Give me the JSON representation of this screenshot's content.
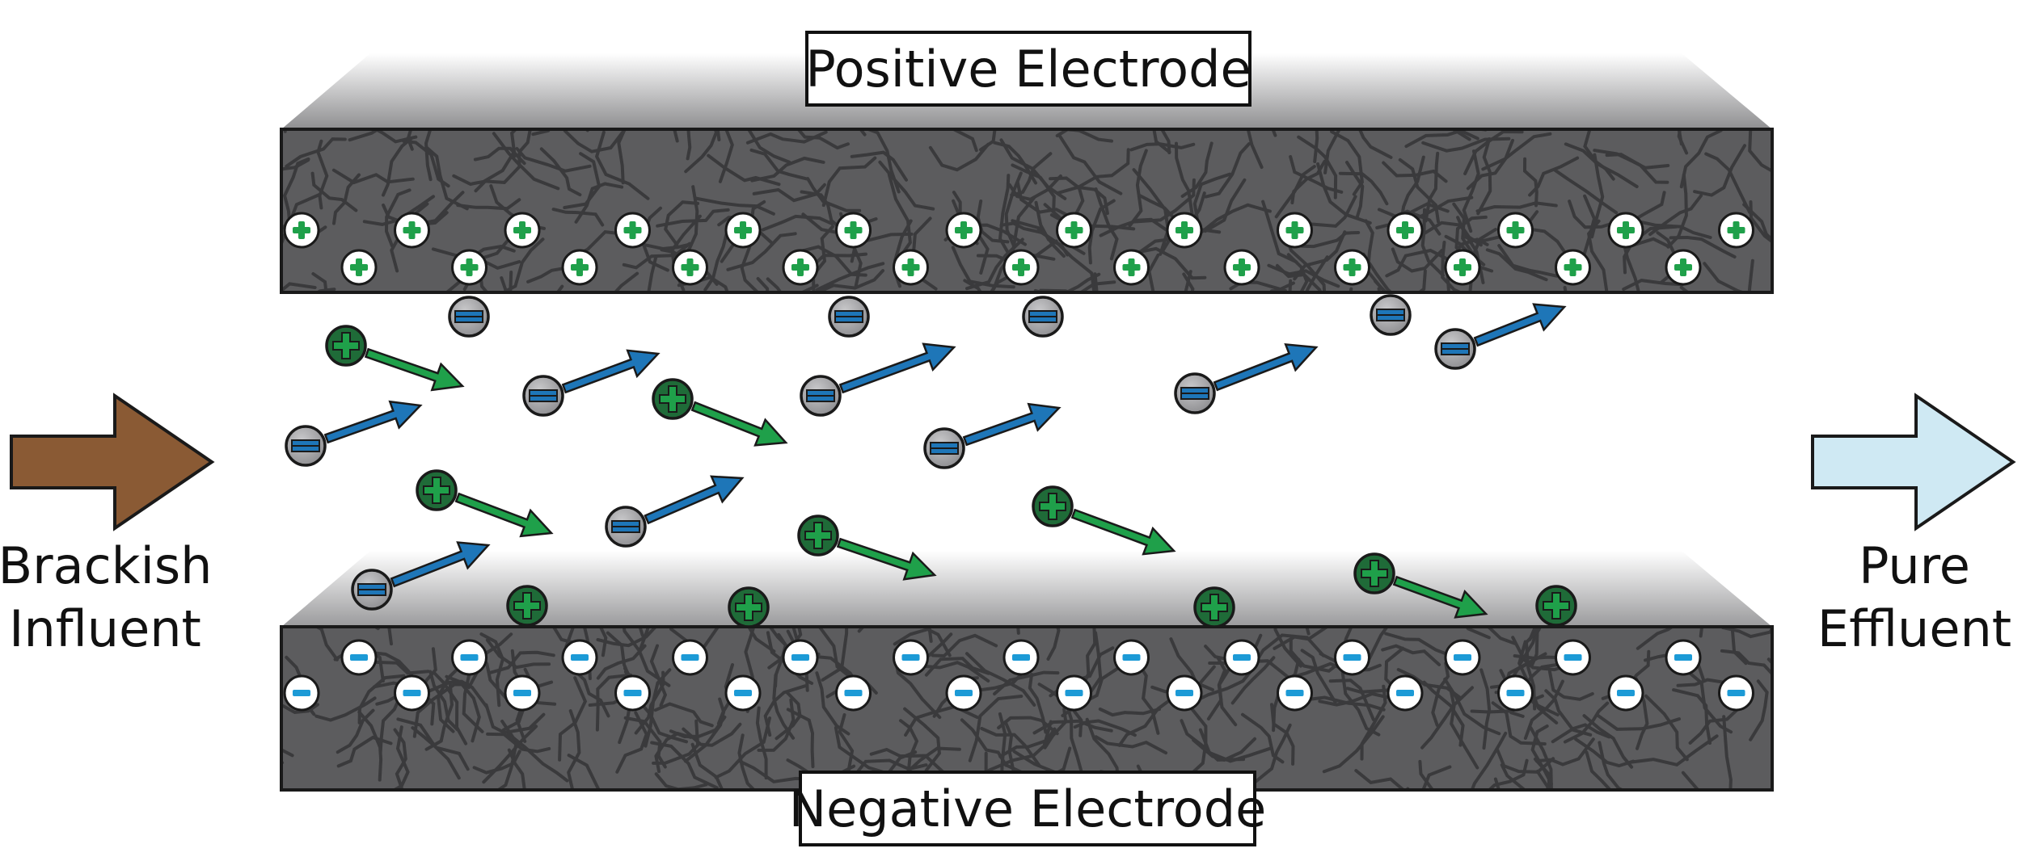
{
  "labels": {
    "positive_electrode": "Positive Electrode",
    "negative_electrode": "Negative Electrode",
    "inflow_line1": "Brackish",
    "inflow_line2": "Influent",
    "outflow_line1": "Pure",
    "outflow_line2": "Effluent"
  },
  "colors": {
    "electrode_fill": "#5c5c5e",
    "electrode_fiber": "#3a3a3c",
    "cation_green": "#1fa04a",
    "anion_blue": "#1e76b8",
    "ion_gray": "#a3a3a6",
    "ion_dark": "#2b2b2b",
    "inflow_arrow": "#8a5a34",
    "outflow_arrow": "#cfe9f3",
    "label_box_border": "#111111"
  },
  "icons": {
    "cation": "plus-circle-icon",
    "anion": "minus-circle-icon",
    "inflow": "right-arrow-icon",
    "outflow": "right-arrow-icon"
  }
}
